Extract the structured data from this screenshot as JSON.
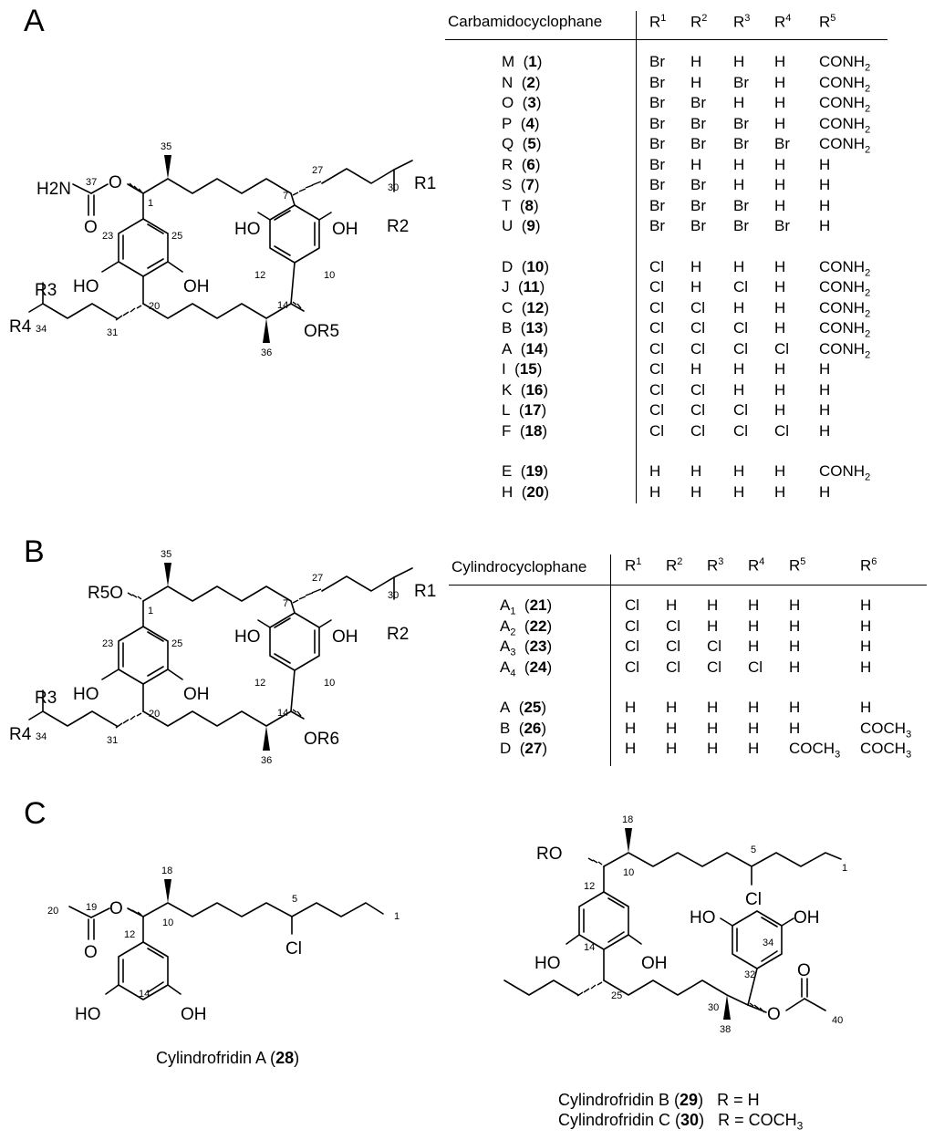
{
  "panels": {
    "a": "A",
    "b": "B",
    "c": "C"
  },
  "table_a": {
    "headers": [
      "Carbamidocyclophane",
      "R1",
      "R2",
      "R3",
      "R4",
      "R5"
    ],
    "groups": [
      [
        {
          "name": "M",
          "num": "1",
          "r": [
            "Br",
            "H",
            "H",
            "H",
            "CONH2"
          ]
        },
        {
          "name": "N",
          "num": "2",
          "r": [
            "Br",
            "H",
            "Br",
            "H",
            "CONH2"
          ]
        },
        {
          "name": "O",
          "num": "3",
          "r": [
            "Br",
            "Br",
            "H",
            "H",
            "CONH2"
          ]
        },
        {
          "name": "P",
          "num": "4",
          "r": [
            "Br",
            "Br",
            "Br",
            "H",
            "CONH2"
          ]
        },
        {
          "name": "Q",
          "num": "5",
          "r": [
            "Br",
            "Br",
            "Br",
            "Br",
            "CONH2"
          ]
        },
        {
          "name": "R",
          "num": "6",
          "r": [
            "Br",
            "H",
            "H",
            "H",
            "H"
          ]
        },
        {
          "name": "S",
          "num": "7",
          "r": [
            "Br",
            "Br",
            "H",
            "H",
            "H"
          ]
        },
        {
          "name": "T",
          "num": "8",
          "r": [
            "Br",
            "Br",
            "Br",
            "H",
            "H"
          ]
        },
        {
          "name": "U",
          "num": "9",
          "r": [
            "Br",
            "Br",
            "Br",
            "Br",
            "H"
          ]
        }
      ],
      [
        {
          "name": "D",
          "num": "10",
          "r": [
            "Cl",
            "H",
            "H",
            "H",
            "CONH2"
          ]
        },
        {
          "name": "J",
          "num": "11",
          "r": [
            "Cl",
            "H",
            "Cl",
            "H",
            "CONH2"
          ]
        },
        {
          "name": "C",
          "num": "12",
          "r": [
            "Cl",
            "Cl",
            "H",
            "H",
            "CONH2"
          ]
        },
        {
          "name": "B",
          "num": "13",
          "r": [
            "Cl",
            "Cl",
            "Cl",
            "H",
            "CONH2"
          ]
        },
        {
          "name": "A",
          "num": "14",
          "r": [
            "Cl",
            "Cl",
            "Cl",
            "Cl",
            "CONH2"
          ]
        },
        {
          "name": "I",
          "num": "15",
          "r": [
            "Cl",
            "H",
            "H",
            "H",
            "H"
          ]
        },
        {
          "name": "K",
          "num": "16",
          "r": [
            "Cl",
            "Cl",
            "H",
            "H",
            "H"
          ]
        },
        {
          "name": "L",
          "num": "17",
          "r": [
            "Cl",
            "Cl",
            "Cl",
            "H",
            "H"
          ]
        },
        {
          "name": "F",
          "num": "18",
          "r": [
            "Cl",
            "Cl",
            "Cl",
            "Cl",
            "H"
          ]
        }
      ],
      [
        {
          "name": "E",
          "num": "19",
          "r": [
            "H",
            "H",
            "H",
            "H",
            "CONH2"
          ]
        },
        {
          "name": "H",
          "num": "20",
          "r": [
            "H",
            "H",
            "H",
            "H",
            "H"
          ]
        }
      ]
    ]
  },
  "table_b": {
    "headers": [
      "Cylindrocyclophane",
      "R1",
      "R2",
      "R3",
      "R4",
      "R5",
      "R6"
    ],
    "groups": [
      [
        {
          "name": "A1",
          "num": "21",
          "r": [
            "Cl",
            "H",
            "H",
            "H",
            "H",
            "H"
          ]
        },
        {
          "name": "A2",
          "num": "22",
          "r": [
            "Cl",
            "Cl",
            "H",
            "H",
            "H",
            "H"
          ]
        },
        {
          "name": "A3",
          "num": "23",
          "r": [
            "Cl",
            "Cl",
            "Cl",
            "H",
            "H",
            "H"
          ]
        },
        {
          "name": "A4",
          "num": "24",
          "r": [
            "Cl",
            "Cl",
            "Cl",
            "Cl",
            "H",
            "H"
          ]
        }
      ],
      [
        {
          "name": "A",
          "num": "25",
          "r": [
            "H",
            "H",
            "H",
            "H",
            "H",
            "H"
          ]
        },
        {
          "name": "B",
          "num": "26",
          "r": [
            "H",
            "H",
            "H",
            "H",
            "H",
            "COCH3"
          ]
        },
        {
          "name": "D",
          "num": "27",
          "r": [
            "H",
            "H",
            "H",
            "H",
            "COCH3",
            "COCH3"
          ]
        }
      ]
    ]
  },
  "struct_a": {
    "nh2": "H2N",
    "o_ester": "O",
    "o_carbonyl": "O",
    "ho_left": "HO",
    "oh_left": "OH",
    "ho_right": "HO",
    "oh_right": "OH",
    "or5": "OR5",
    "r1": "R1",
    "r2": "R2",
    "r3": "R3",
    "r4": "R4",
    "numbers": [
      "37",
      "1",
      "35",
      "27",
      "7",
      "30",
      "23",
      "25",
      "12",
      "10",
      "14",
      "20",
      "31",
      "34",
      "36"
    ]
  },
  "struct_b": {
    "r5o": "R5O",
    "ho_left": "HO",
    "oh_left": "OH",
    "ho_right": "HO",
    "oh_right": "OH",
    "or6": "OR6",
    "r1": "R1",
    "r2": "R2",
    "r3": "R3",
    "r4": "R4",
    "numbers": [
      "35",
      "1",
      "27",
      "7",
      "30",
      "23",
      "25",
      "12",
      "10",
      "14",
      "20",
      "31",
      "34",
      "36"
    ]
  },
  "struct_c1": {
    "o_ester": "O",
    "o_carbonyl": "O",
    "cl": "Cl",
    "ho": "HO",
    "oh": "OH",
    "numbers": [
      "20",
      "19",
      "18",
      "10",
      "5",
      "1",
      "12",
      "14"
    ],
    "caption_name": "Cylindrofridin A (",
    "caption_num": "28",
    "caption_end": ")"
  },
  "struct_c2": {
    "ro": "RO",
    "cl": "Cl",
    "ho_left": "HO",
    "oh_left": "OH",
    "ho_right": "HO",
    "oh_right": "OH",
    "o_ester": "O",
    "o_carbonyl": "O",
    "numbers": [
      "18",
      "10",
      "5",
      "1",
      "12",
      "14",
      "34",
      "32",
      "25",
      "30",
      "40",
      "38"
    ],
    "caption1_name": "Cylindrofridin B (",
    "caption1_num": "29",
    "caption1_rest": ")   R = H",
    "caption2_name": "Cylindrofridin C (",
    "caption2_num": "30",
    "caption2_rest": ")   R = COCH3"
  }
}
